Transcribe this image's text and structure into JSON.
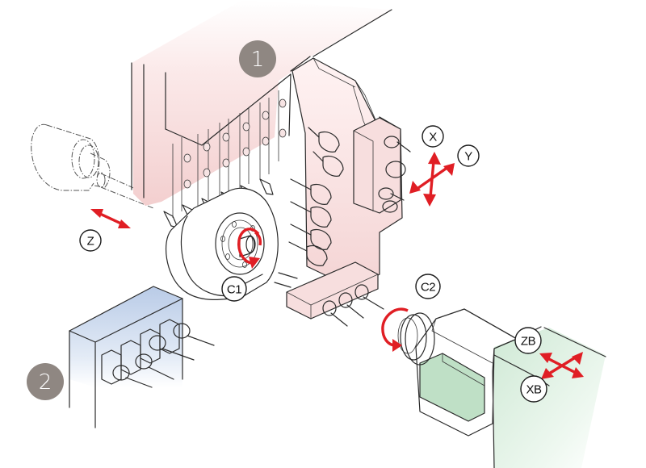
{
  "diagram": {
    "subject": "CNC lathe machining axes illustration",
    "colors": {
      "main_tool_post": "#f5d5d5",
      "back_tool_post": "#c8d6ec",
      "back_spindle": "#bfe0c6",
      "motion_arrows": "#e01e24",
      "badge": "#8f8782",
      "outline": "#2a2a2a"
    },
    "badges": [
      {
        "id": "1",
        "label": "1",
        "refers_to": "gang-tool-post"
      },
      {
        "id": "2",
        "label": "2",
        "refers_to": "back-tool-post"
      }
    ],
    "axis_labels": {
      "x": "X",
      "y": "Y",
      "z": "Z",
      "c1": "C1",
      "c2": "C2",
      "zb": "ZB",
      "xb": "XB"
    },
    "motions": [
      {
        "axis": "Z",
        "type": "linear",
        "arrow": "double-headed"
      },
      {
        "axis": "C1",
        "type": "rotary",
        "arrow": "circular"
      },
      {
        "axis": "X",
        "type": "linear",
        "arrow": "double-headed"
      },
      {
        "axis": "Y",
        "type": "linear",
        "arrow": "double-headed"
      },
      {
        "axis": "C2",
        "type": "rotary",
        "arrow": "circular"
      },
      {
        "axis": "ZB",
        "type": "linear",
        "arrow": "double-headed"
      },
      {
        "axis": "XB",
        "type": "linear",
        "arrow": "double-headed"
      }
    ],
    "components": [
      {
        "name": "main-headstock",
        "style": "dash-dot outline"
      },
      {
        "name": "guide-bushing"
      },
      {
        "name": "gang-tool-post",
        "tool_count": 6
      },
      {
        "name": "cross-drill-unit"
      },
      {
        "name": "back-tool-post",
        "tool_count": 4
      },
      {
        "name": "back-spindle"
      }
    ]
  }
}
